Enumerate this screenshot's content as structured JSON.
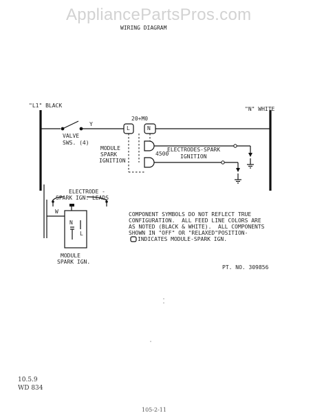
{
  "watermark": "AppliancePartsPros.com",
  "title": "WIRING DIAGRAM",
  "diagram": {
    "l1_label": "\"L1\" BLACK",
    "n_label": "\"N\" WHITE",
    "valve_label": "VALVE",
    "valve_sws": "SWS. (4)",
    "y_label": "Y",
    "module_label_1": "MODULE",
    "module_label_2": "SPARK",
    "module_label_3": "IGNITION",
    "terminal_top_label": "20+M0",
    "terminal_l": "L",
    "terminal_n": "N",
    "electrodes_label": "ELECTRODES-SPARK",
    "ignition_label": "IGNITION",
    "value_4500": "4500"
  },
  "inset": {
    "electrode_label": "ELECTRODE -",
    "spark_leads_label": "SPARK IGN. LEADS",
    "w_label": "W",
    "n_label": "N",
    "l_label": "L",
    "module_label": "MODULE",
    "spark_ign_label": "SPARK IGN."
  },
  "notes": [
    "COMPONENT SYMBOLS DO NOT REFLECT TRUE",
    "CONFIGURATION.  ALL FEED LINE COLORS ARE",
    "AS NOTED (BLACK & WHITE).  ALL COMPONENTS",
    "SHOWN IN \"OFF\" OR \"RELAXED\"POSITION-",
    "INDICATES MODULE-SPARK IGN."
  ],
  "part_number": "PT. NO. 309856",
  "footer_code_1": "10.5.9",
  "footer_code_2": "WD 834",
  "bottom_handwriting": "105-2-11"
}
